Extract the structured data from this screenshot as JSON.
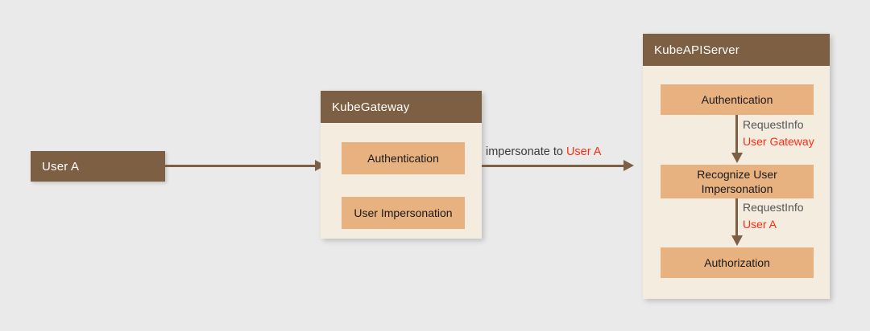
{
  "diagram": {
    "background_color": "#eaeaea",
    "accent_color": "#ff2d12",
    "brown_color": "#7d5f44",
    "orange_color": "#e8b180",
    "cream_color": "#f5ece0"
  },
  "actor": {
    "label": "User A"
  },
  "gateway": {
    "title": "KubeGateway",
    "steps": [
      {
        "label": "Authentication"
      },
      {
        "label": "User Impersonation"
      }
    ]
  },
  "apiserver": {
    "title": "KubeAPIServer",
    "steps": [
      {
        "label": "Authentication"
      },
      {
        "label": "Recognize User\nImpersonation",
        "line1": "Recognize User",
        "line2": "Impersonation"
      },
      {
        "label": "Authorization"
      }
    ],
    "flows": [
      {
        "request_info": "RequestInfo",
        "identity": "User Gateway"
      },
      {
        "request_info": "RequestInfo",
        "identity": "User A"
      }
    ]
  },
  "edges": {
    "impersonate": {
      "prefix": "impersonate to ",
      "target": "User A"
    }
  }
}
